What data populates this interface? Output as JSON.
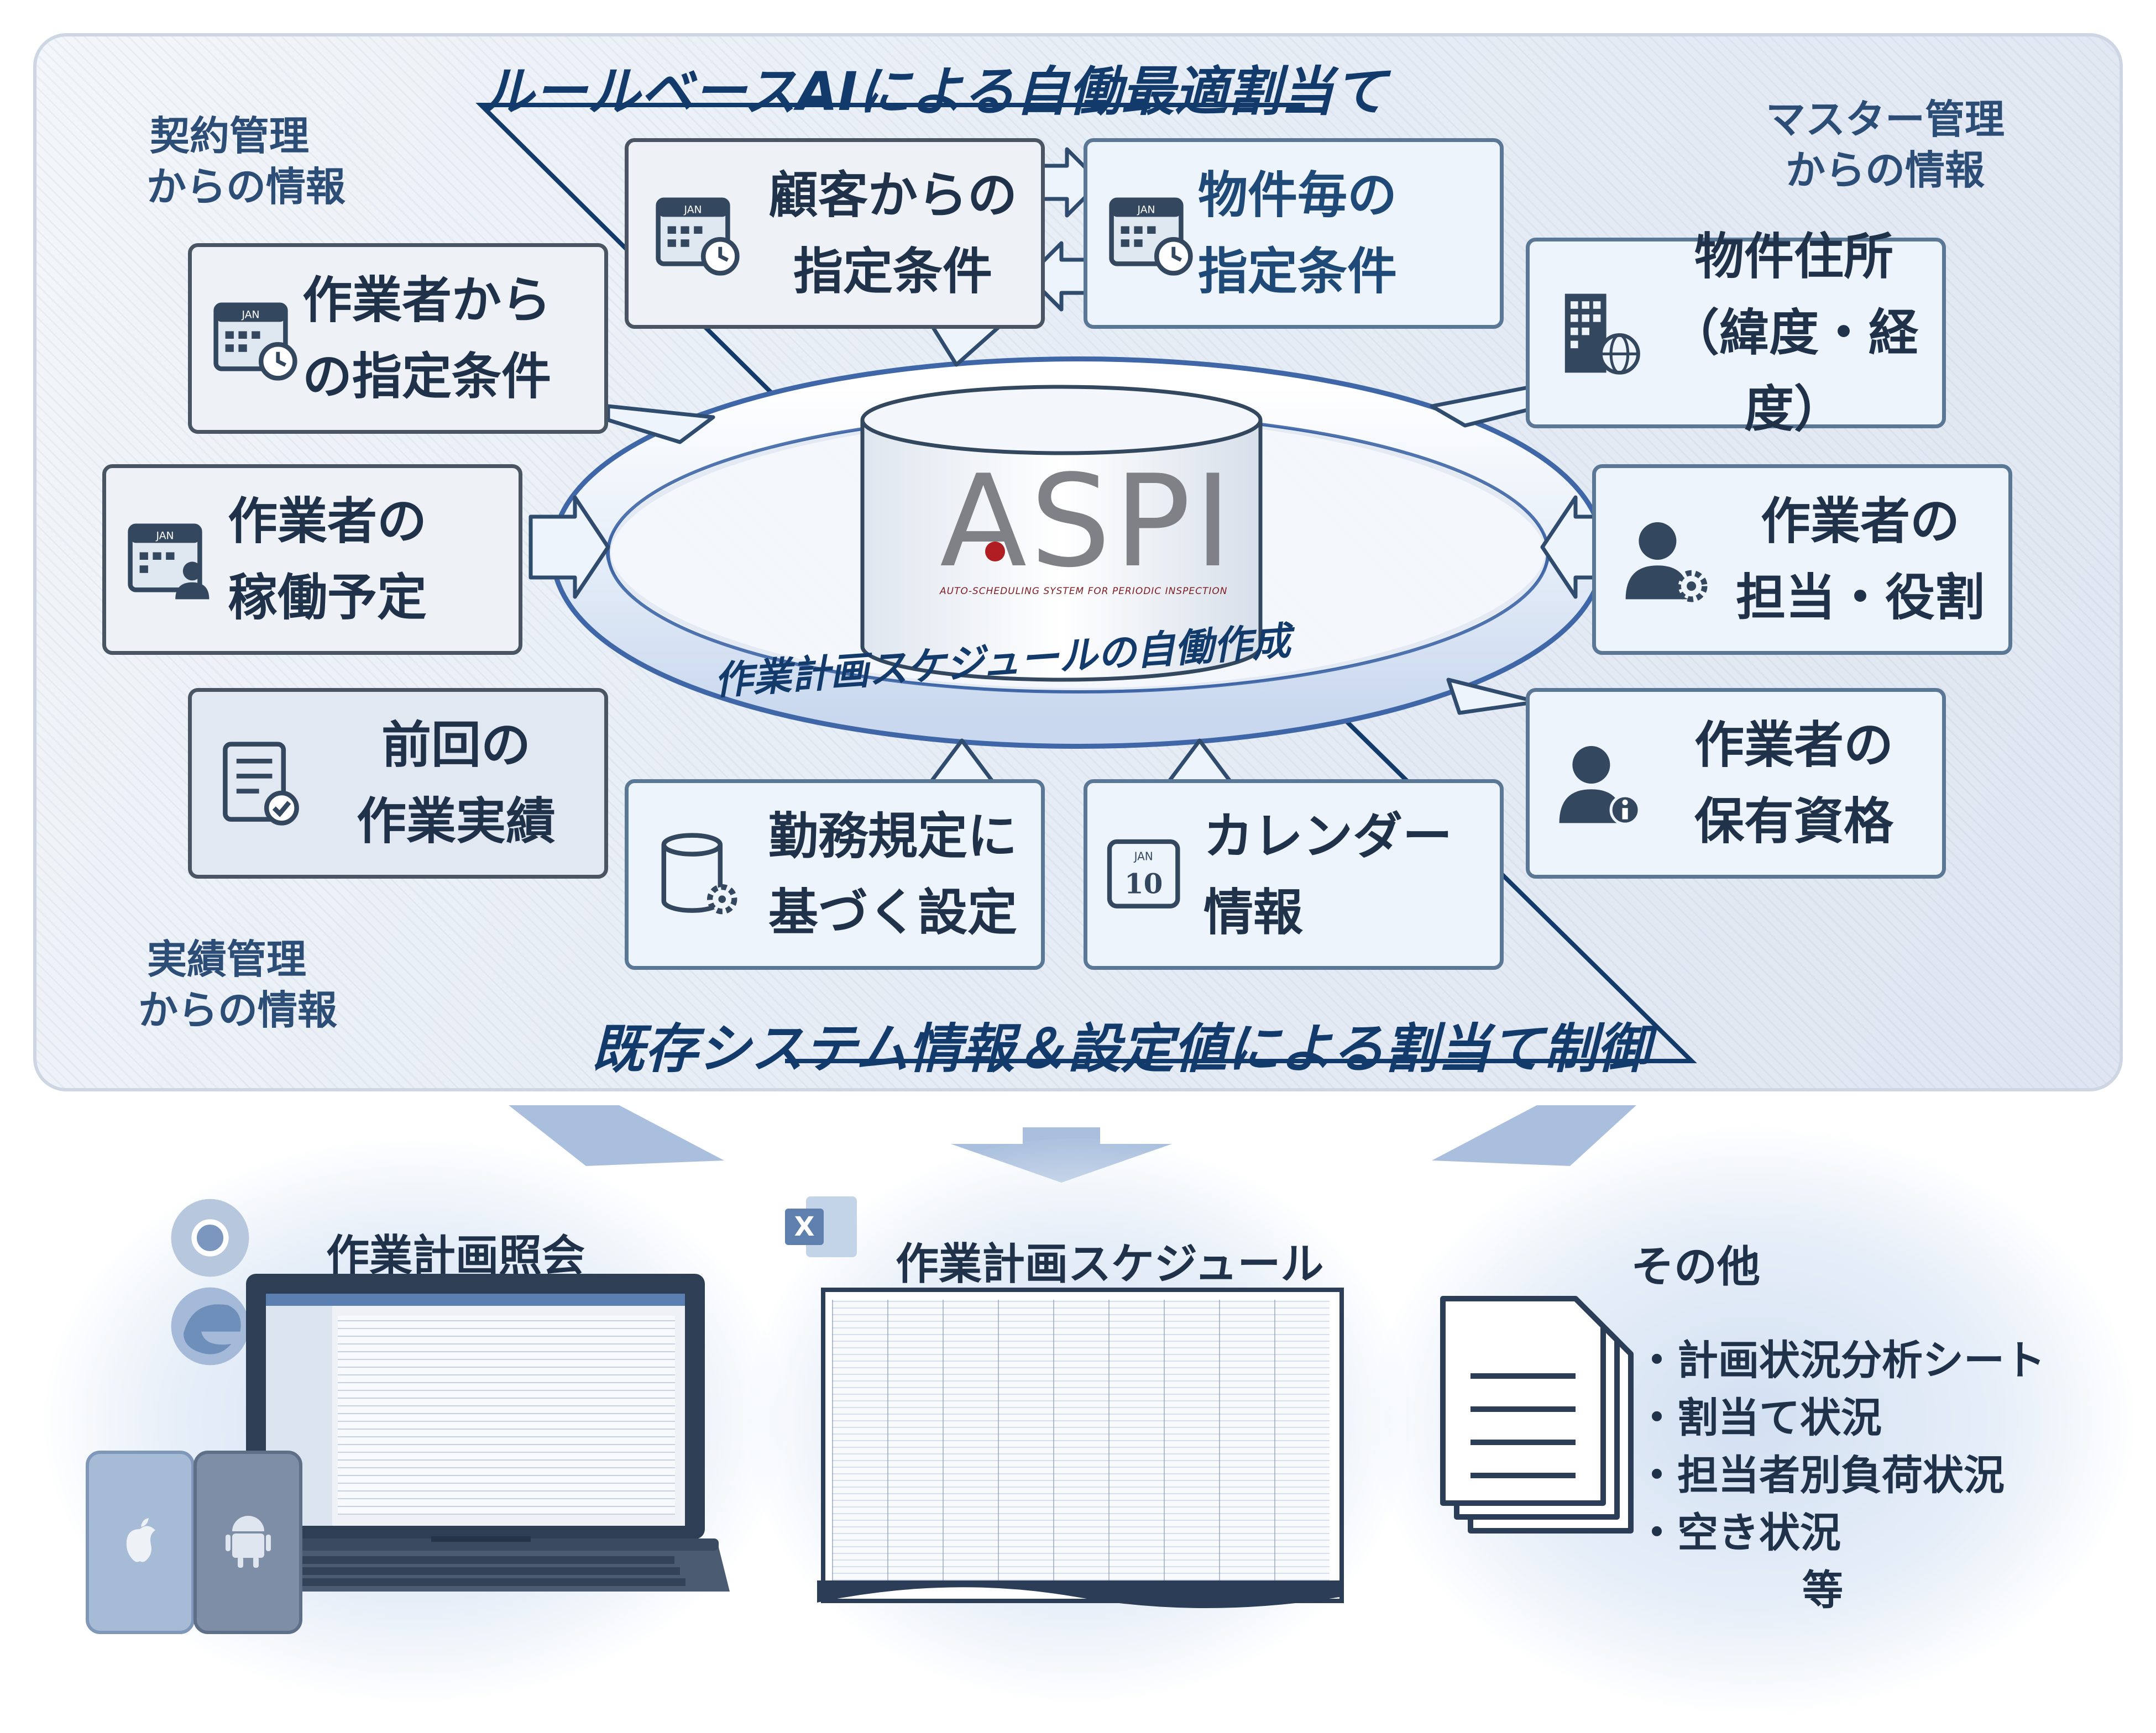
{
  "headline_top": "ルールベースAIによる自働最適割当て",
  "headline_bottom": "既存システム情報＆設定値による割当て制御",
  "ring_label": "作業計画スケジュールの自働作成",
  "logo": {
    "text": "ASPI",
    "tagline": "AUTO-SCHEDULING SYSTEM FOR PERIODIC INSPECTION",
    "accent_color": "#b01e24"
  },
  "corner_labels": {
    "contract": [
      "契約管理",
      "からの情報"
    ],
    "master": [
      "マスター管理",
      "からの情報"
    ],
    "results": [
      "実績管理",
      "からの情報"
    ]
  },
  "boxes": {
    "customer": {
      "icon": "calendar-clock-icon",
      "icon_label": "JAN",
      "lines": [
        "顧客からの",
        "指定条件"
      ]
    },
    "property": {
      "icon": "calendar-clock-icon",
      "icon_label": "JAN",
      "lines": [
        "物件毎の",
        "指定条件"
      ]
    },
    "worker_cond": {
      "icon": "calendar-clock-icon",
      "icon_label": "JAN",
      "lines": [
        "作業者から",
        "の指定条件"
      ]
    },
    "address": {
      "icon": "building-globe-icon",
      "lines": [
        "物件住所",
        "（緯度・経度）"
      ]
    },
    "operation": {
      "icon": "calendar-user-icon",
      "icon_label": "JAN",
      "lines": [
        "作業者の",
        "稼働予定"
      ]
    },
    "role": {
      "icon": "user-gear-icon",
      "lines": [
        "作業者の",
        "担当・役割"
      ]
    },
    "previous": {
      "icon": "checklist-icon",
      "lines": [
        "前回の",
        "作業実績"
      ]
    },
    "qualification": {
      "icon": "user-info-icon",
      "lines": [
        "作業者の",
        "保有資格"
      ]
    },
    "rules": {
      "icon": "database-gear-icon",
      "lines": [
        "勤務規定に",
        "基づく設定"
      ]
    },
    "calendar": {
      "icon": "calendar-day-icon",
      "icon_label": "JAN",
      "icon_day": "10",
      "lines": [
        "カレンダー",
        "情報"
      ]
    }
  },
  "outputs": [
    {
      "title": "作業計画照会"
    },
    {
      "title": "作業計画スケジュール",
      "app_badge": "X"
    },
    {
      "title": "その他",
      "items": [
        "・計画状況分析シート",
        "・割当て状況",
        "・担当者別負荷状況",
        "・空き状況",
        "等"
      ]
    }
  ],
  "colors": {
    "accent": "#123a6b",
    "box_border": "#5a7796",
    "ring": "#3f66a6"
  }
}
